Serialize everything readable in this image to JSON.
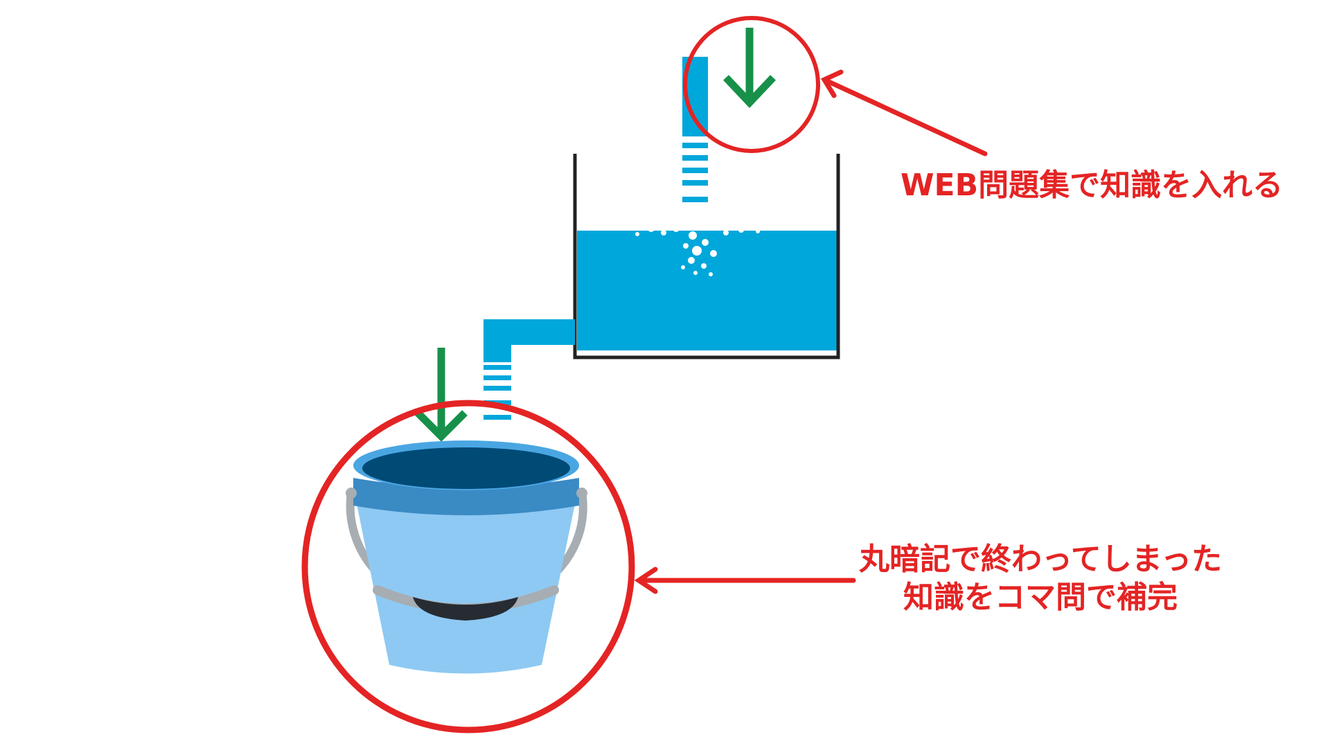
{
  "annotations": {
    "top_label": "WEB問題集で知識を入れる",
    "bottom_label_line1": "丸暗記で終わってしまった",
    "bottom_label_line2": "知識をコマ問で補完"
  },
  "colors": {
    "annotation_red": "#e42424",
    "water_blue": "#00a7db",
    "arrow_green": "#17914a",
    "tank_outline": "#222222",
    "bucket_light": "#8ec9f3",
    "bucket_rim": "#3a8ac4",
    "bucket_dark": "#004a76",
    "handle_gray": "#a6adb3"
  },
  "icons": [
    "down-arrow-icon",
    "bucket-icon",
    "water-tank-icon"
  ]
}
